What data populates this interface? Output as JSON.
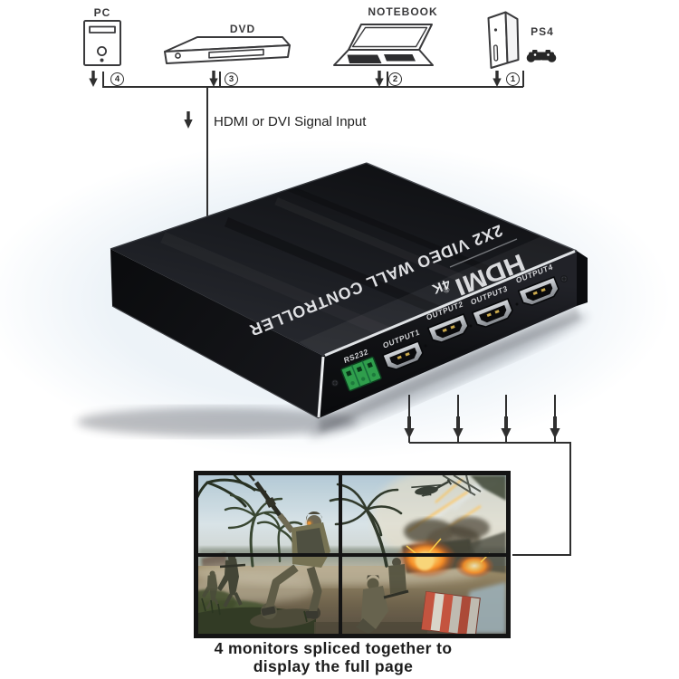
{
  "sources": {
    "pc": {
      "label": "PC",
      "number": "4"
    },
    "dvd": {
      "label": "DVD",
      "number": "3"
    },
    "notebook": {
      "label": "NOTEBOOK",
      "number": "2"
    },
    "ps4": {
      "label": "PS4",
      "number": "1"
    }
  },
  "input": {
    "annotation": "HDMI or DVI Signal Input"
  },
  "controller": {
    "title": "2X2 VIDEO WALL CONTROLLER",
    "brand": "HDMI",
    "brand_reg": "®",
    "badge": "4K",
    "ports": {
      "rs232": "RS232",
      "output1": "OUTPUT1",
      "output2": "OUTPUT2",
      "output3": "OUTPUT3",
      "output4": "OUTPUT4"
    }
  },
  "monitor_wall": {
    "layout": "2x2",
    "caption_line1": "4 monitors spliced together to",
    "caption_line2": "display the full page"
  },
  "colors": {
    "wire": "#2f2f2f",
    "device_body": "#141519",
    "trim": "#e8eaec",
    "rs232_green": "#2f9e4c",
    "hdmi_port_metal": "#b9bdc2",
    "explosion": "#ff8c1e"
  }
}
